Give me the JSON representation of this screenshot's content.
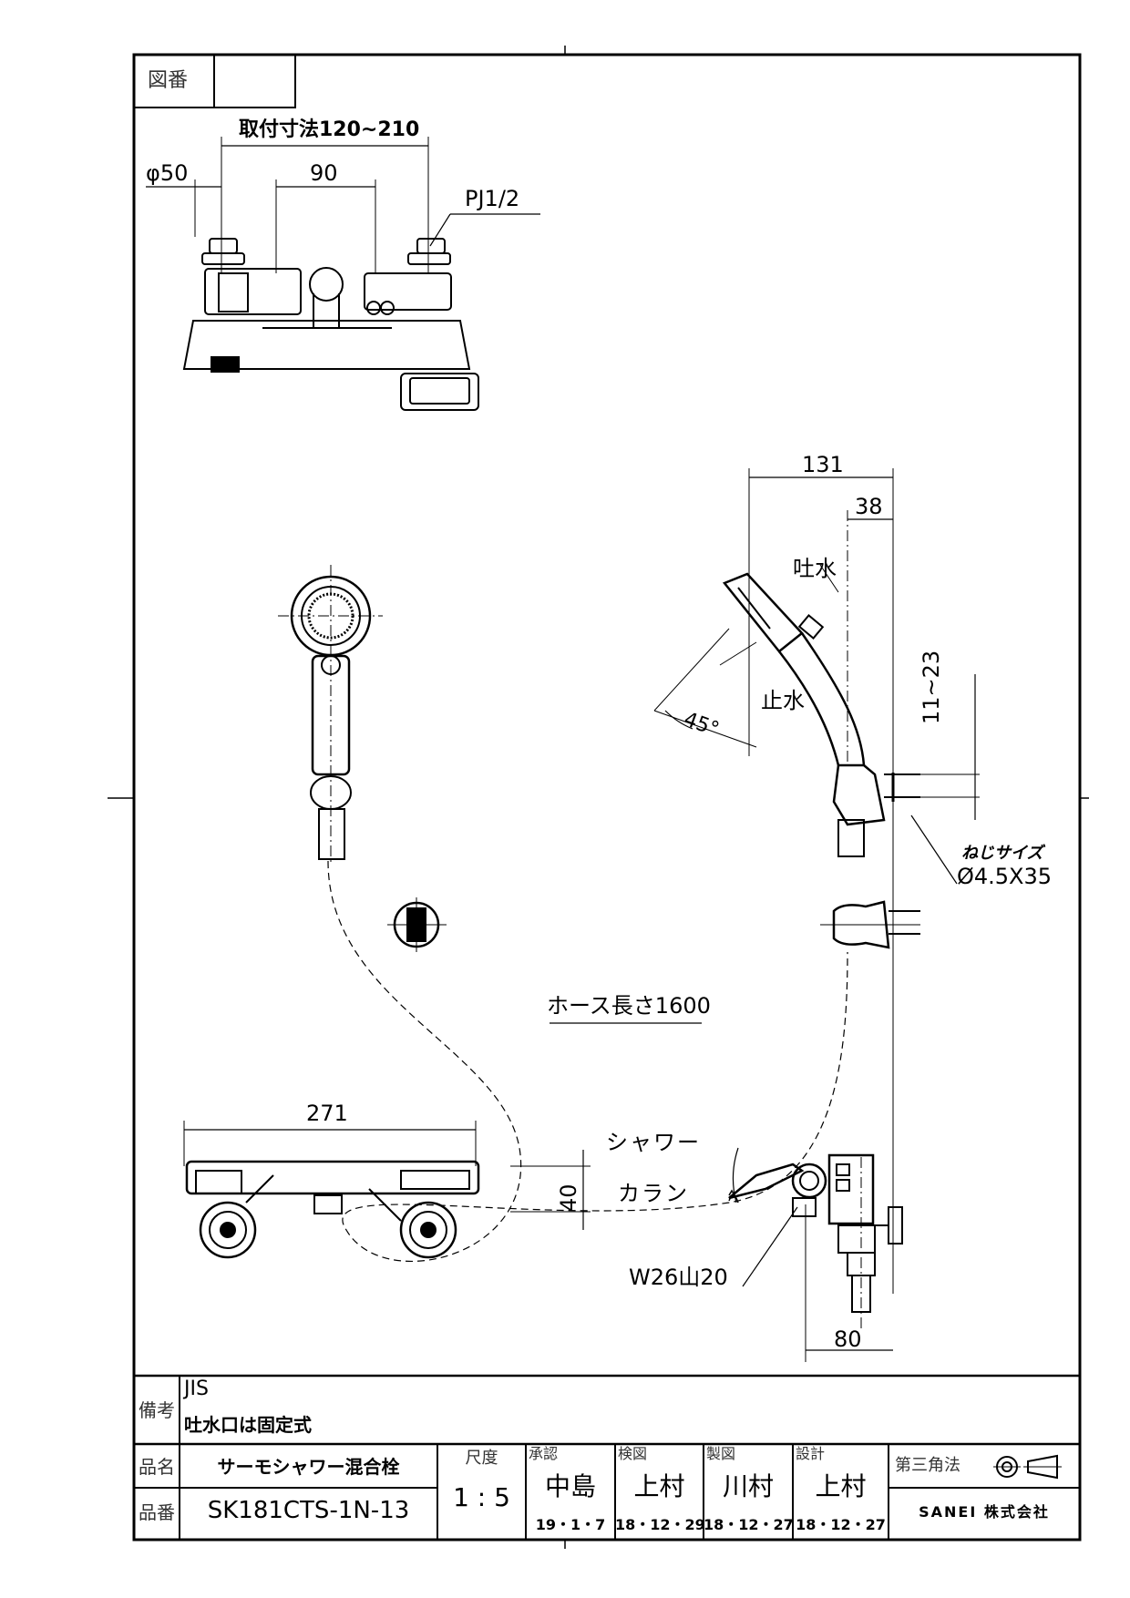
{
  "header": {
    "drawing_no_label": "図番",
    "drawing_no_value": ""
  },
  "dims_top": {
    "mount": "取付寸法120~210",
    "diameter": "φ50",
    "spacing": "90",
    "thread": "PJ1/2"
  },
  "dims_side": {
    "depth": "131",
    "offset": "38",
    "spout": "吐水",
    "stop": "止水",
    "angle": "45°",
    "range": "11~23",
    "screw_label": "ねじサイズ",
    "screw_size": "Ø4.5X35"
  },
  "hose": "ホース長さ1600",
  "dims_bottom": {
    "width": "271",
    "height": "40",
    "shower": "シャワー",
    "faucet": "カラン",
    "thread": "W26山20",
    "depth": "80"
  },
  "remarks": {
    "label": "備考",
    "line1": "JIS",
    "line2": "吐水口は固定式"
  },
  "title_block": {
    "name_label": "品名",
    "name": "サーモシャワー混合栓",
    "number_label": "品番",
    "number": "SK181CTS-1N-13",
    "scale_label": "尺度",
    "scale": "1 : 5",
    "approve_label": "承認",
    "approve_name": "中島",
    "approve_date": "19・1・7",
    "check_label": "検図",
    "check_name": "上村",
    "check_date": "18・12・29",
    "draw_label": "製図",
    "draw_name": "川村",
    "draw_date": "18・12・27",
    "design_label": "設計",
    "design_name": "上村",
    "design_date": "18・12・27",
    "projection": "第三角法",
    "company": "SANEI 株式会社"
  }
}
